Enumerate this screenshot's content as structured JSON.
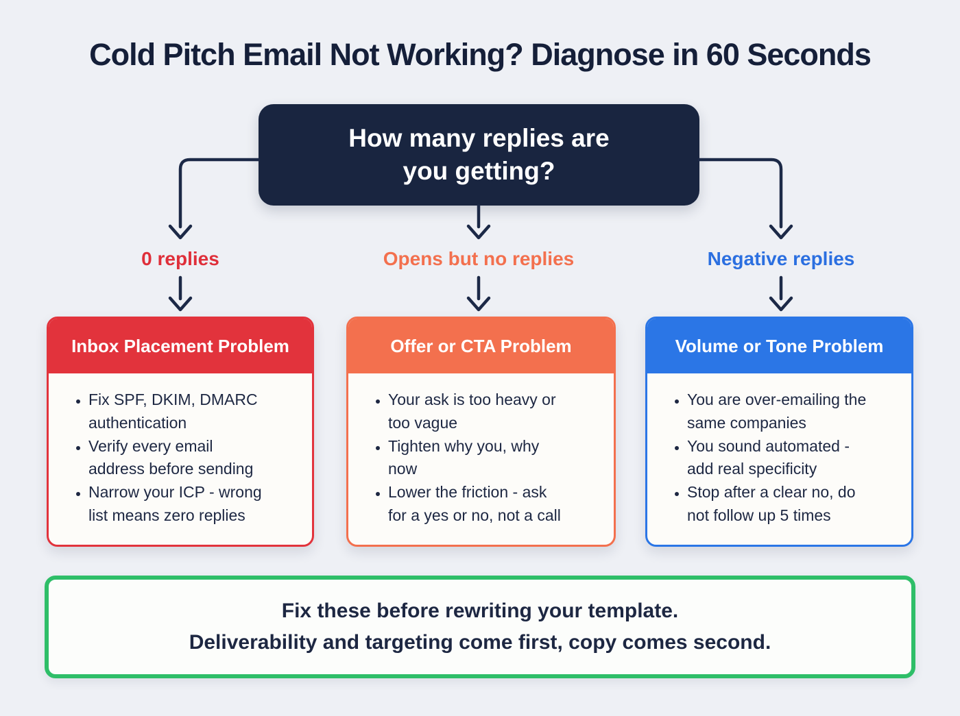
{
  "title": "Cold Pitch Email Not Working? Diagnose in 60 Seconds",
  "decision": {
    "question": "How many replies are\nyou getting?"
  },
  "branches": [
    {
      "label": "0 replies",
      "color": "#df2f3a"
    },
    {
      "label": "Opens but no replies",
      "color": "#f3704e"
    },
    {
      "label": "Negative replies",
      "color": "#2b6fe0"
    }
  ],
  "cards": [
    {
      "title": "Inbox Placement Problem",
      "accent_color": "#e2333c",
      "bullets": [
        "Fix SPF, DKIM, DMARC\nauthentication",
        "Verify every email\naddress before sending",
        "Narrow your ICP - wrong\nlist means zero replies"
      ]
    },
    {
      "title": "Offer or CTA Problem",
      "accent_color": "#f3704e",
      "bullets": [
        "Your ask is too heavy or\ntoo vague",
        "Tighten why you, why\nnow",
        "Lower the friction - ask\nfor a yes or no, not a call"
      ]
    },
    {
      "title": "Volume or Tone Problem",
      "accent_color": "#2b76e6",
      "bullets": [
        "You are over-emailing the\nsame companies",
        "You sound automated -\nadd real specificity",
        "Stop after a clear no, do\nnot follow up 5 times"
      ]
    }
  ],
  "footer": {
    "line1": "Fix these before rewriting your template.",
    "line2": "Deliverability and targeting come first, copy comes second."
  },
  "colors": {
    "background": "#eef0f5",
    "navy_box": "#192540",
    "body_text": "#1d2742",
    "red": "#e2333c",
    "orange": "#f3704e",
    "blue": "#2b76e6",
    "green_border": "#2ebe68",
    "card_body_bg": "#fdfcf9"
  }
}
